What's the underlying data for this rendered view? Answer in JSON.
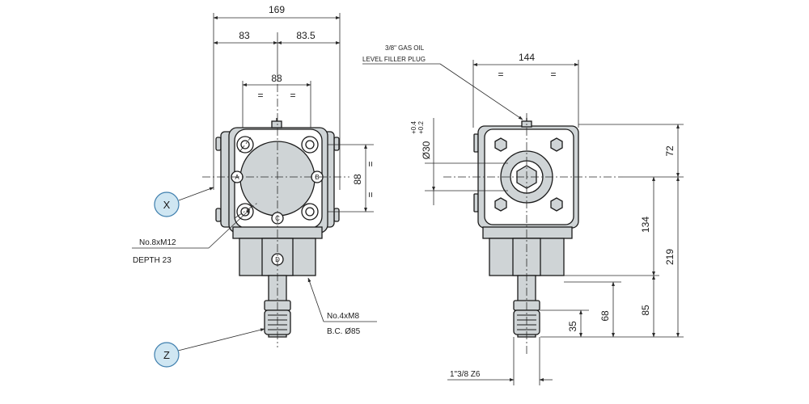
{
  "left_view": {
    "dim_overall": "169",
    "dim_left": "83",
    "dim_right": "83.5",
    "dim_holes": "88",
    "dim_holes_eq": "=",
    "dim_vertical": "88",
    "dim_vertical_eq": "=",
    "point_a": "A",
    "point_b": "B",
    "point_c": "C",
    "point_d": "D",
    "bubble_x": "X",
    "bubble_z": "Z",
    "note_holes_line1": "No.8xM12",
    "note_holes_line2": "DEPTH 23",
    "note_shaft_line1": "No.4xM8",
    "note_shaft_line2": "B.C. Ø85"
  },
  "right_view": {
    "oil_plug_line1": "3/8\" GAS OIL",
    "oil_plug_line2": "LEVEL FILLER PLUG",
    "dim_width": "144",
    "dim_width_eq": "=",
    "dim_bore": "Ø30",
    "tol_upper": "+0.4",
    "tol_lower": "+0.2",
    "dim_72": "72",
    "dim_134": "134",
    "dim_219": "219",
    "dim_85": "85",
    "dim_68": "68",
    "dim_35": "35",
    "spline": "1\"3/8 Z6"
  },
  "colors": {
    "body_fill": "#cfd4d6",
    "bubble_fill": "#cfe6f2",
    "bubble_stroke": "#3f7fae",
    "line": "#1a1a1a"
  }
}
